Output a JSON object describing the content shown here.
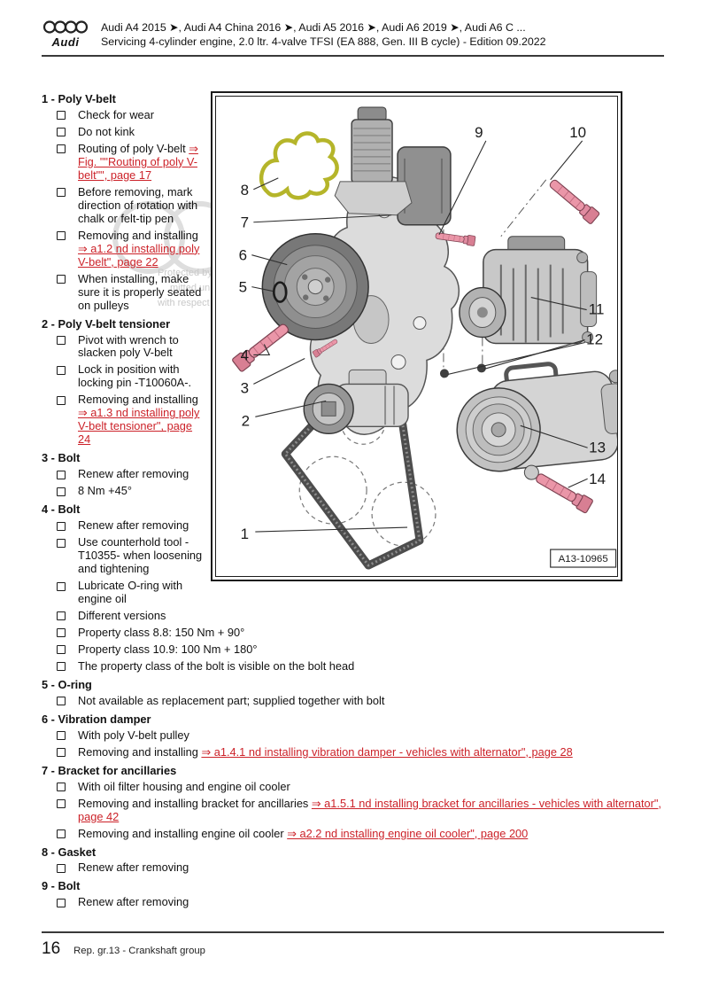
{
  "header": {
    "brand": "Audi",
    "line1": "Audi A4 2015 ➤, Audi A4 China 2016 ➤, Audi A5 2016 ➤, Audi A6 2019 ➤, Audi A6 C ...",
    "line2": "Servicing 4-cylinder engine, 2.0 ltr. 4-valve TFSI (EA 888, Gen. III B cycle) - Edition 09.2022"
  },
  "watermark": {
    "lines": [
      "Protected by cop",
      "mitted unless",
      "with respect to th"
    ]
  },
  "sections": [
    {
      "heading": "1 - Poly V-belt",
      "items": [
        {
          "text": "Check for wear"
        },
        {
          "text": "Do not kink"
        },
        {
          "text": "Routing of poly V-belt ",
          "link": "⇒ Fig. \"\"Routing of poly V-belt\"\", page 17"
        },
        {
          "text": "Before removing, mark direction of rotation with chalk or felt-tip pen"
        },
        {
          "text": "Removing and installing ",
          "link": "⇒ a1.2 nd installing poly V-belt\", page 22"
        },
        {
          "text": "When installing, make sure it is properly seated on pulleys"
        }
      ]
    },
    {
      "heading": "2 - Poly V-belt tensioner",
      "items": [
        {
          "text": "Pivot with wrench to slacken poly V-belt"
        },
        {
          "text": "Lock in position with locking pin -T10060A-."
        },
        {
          "text": "Removing and installing ",
          "link": "⇒ a1.3 nd installing poly V-belt tensioner\", page 24"
        }
      ]
    },
    {
      "heading": "3 - Bolt",
      "items": [
        {
          "text": "Renew after removing"
        },
        {
          "text": "8 Nm +45°"
        }
      ]
    },
    {
      "heading": "4 - Bolt",
      "items": [
        {
          "text": "Renew after removing"
        },
        {
          "text": "Use counterhold tool -T10355- when loosening and tightening"
        },
        {
          "text": "Lubricate O-ring with engine oil"
        },
        {
          "text": "Different versions"
        },
        {
          "text": "Property class 8.8: 150 Nm + 90°"
        },
        {
          "text": "Property class 10.9: 100 Nm + 180°"
        },
        {
          "text": "The property class of the bolt is visible on the bolt head"
        }
      ]
    },
    {
      "heading": "5 - O-ring",
      "items": [
        {
          "text": "Not available as replacement part; supplied together with bolt"
        }
      ]
    },
    {
      "heading": "6 - Vibration damper",
      "items": [
        {
          "text": "With poly V-belt pulley"
        },
        {
          "text": "Removing and installing ",
          "link": "⇒ a1.4.1 nd installing vibration damper - vehicles with alternator\", page 28"
        }
      ]
    },
    {
      "heading": "7 - Bracket for ancillaries",
      "items": [
        {
          "text": "With oil filter housing and engine oil cooler"
        },
        {
          "text": "Removing and installing bracket for ancillaries ",
          "link": "⇒ a1.5.1 nd installing bracket for ancillaries - vehicles with alternator\", page 42"
        },
        {
          "text": "Removing and installing engine oil cooler ",
          "link": "⇒ a2.2 nd installing engine oil cooler\", page 200"
        }
      ]
    },
    {
      "heading": "8 - Gasket",
      "items": [
        {
          "text": "Renew after removing"
        }
      ]
    },
    {
      "heading": "9 - Bolt",
      "items": [
        {
          "text": "Renew after removing"
        }
      ]
    }
  ],
  "figure": {
    "callouts": [
      "1",
      "2",
      "3",
      "4",
      "5",
      "6",
      "7",
      "8",
      "9",
      "10",
      "11",
      "12",
      "13",
      "14"
    ],
    "figure_code": "A13-10965"
  },
  "footer": {
    "page_number": "16",
    "caption": "Rep. gr.13 - Crankshaft group"
  },
  "colors": {
    "link": "#cc2229",
    "bolt_pink": "#ea96a8",
    "gasket_yellow": "#b5b52a"
  }
}
